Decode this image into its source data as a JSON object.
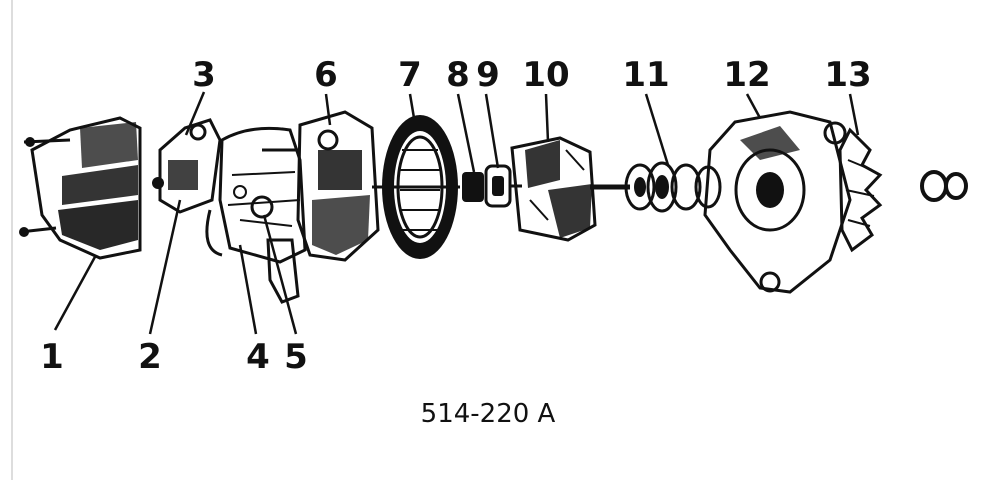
{
  "figure": {
    "callouts": [
      {
        "id": "1",
        "label": "1"
      },
      {
        "id": "2",
        "label": "2"
      },
      {
        "id": "3",
        "label": "3"
      },
      {
        "id": "4",
        "label": "4"
      },
      {
        "id": "5",
        "label": "5"
      },
      {
        "id": "6",
        "label": "6"
      },
      {
        "id": "7",
        "label": "7"
      },
      {
        "id": "8",
        "label": "8"
      },
      {
        "id": "9",
        "label": "9"
      },
      {
        "id": "10",
        "label": "10"
      },
      {
        "id": "11",
        "label": "11"
      },
      {
        "id": "12",
        "label": "12"
      },
      {
        "id": "13",
        "label": "13"
      }
    ],
    "caption": "514-220 A",
    "colors": {
      "ink": "#111111",
      "paper": "#ffffff"
    }
  }
}
